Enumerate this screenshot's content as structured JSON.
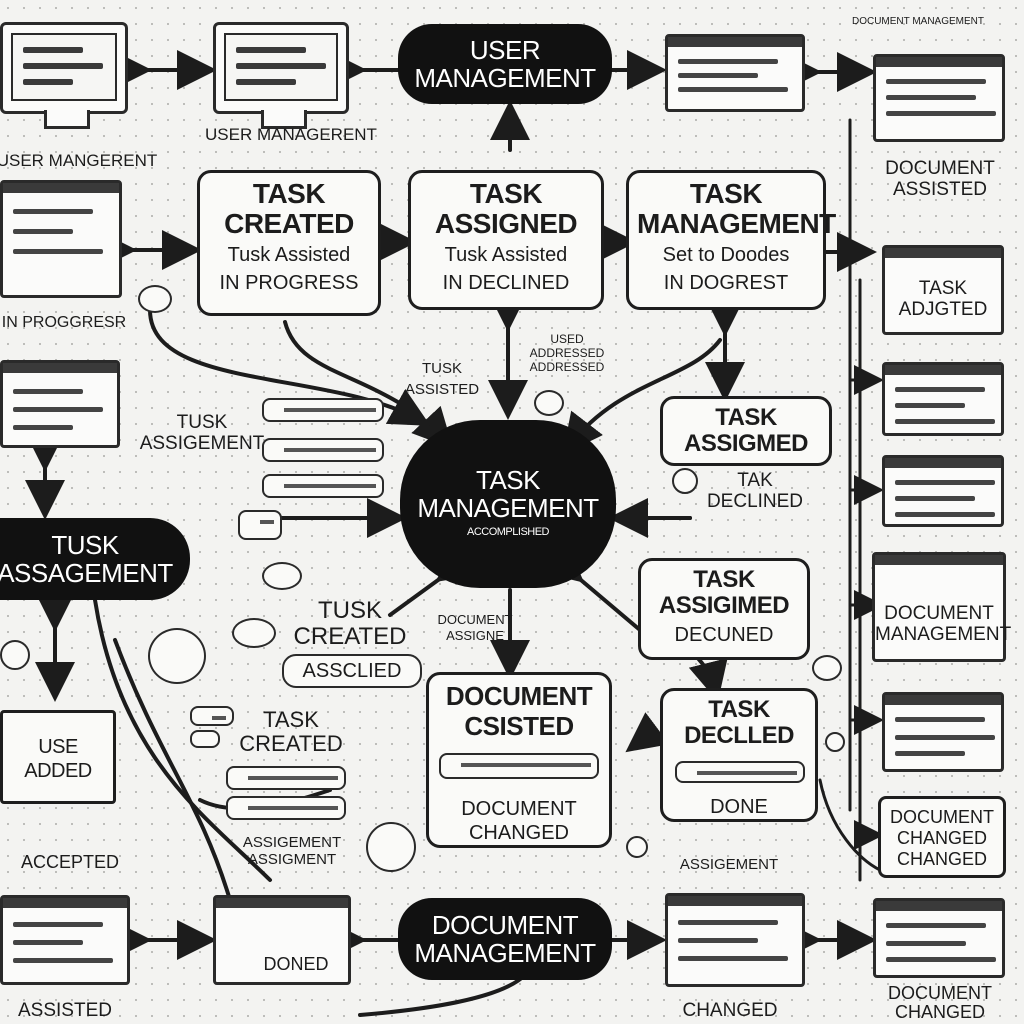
{
  "hubs": {
    "user_management": [
      "USER",
      "MANAGEMENT"
    ],
    "task_management": [
      "TASK",
      "MANAGEMENT"
    ],
    "task_management_sub": "ACCOMPLISHED",
    "tusk_assagement": [
      "TUSK",
      "ASSAGEMENT"
    ],
    "document_management": [
      "DOCUMENT",
      "MANAGEMENT"
    ]
  },
  "boxes": {
    "task_created": {
      "title1": "TASK",
      "title2": "CREATED",
      "sub1": "Tusk Assisted",
      "sub2": "IN PROGRESS"
    },
    "task_assigned": {
      "title1": "TASK",
      "title2": "ASSIGNED",
      "sub1": "Tusk Assisted",
      "sub2": "IN DECLINED"
    },
    "task_mgmt_box": {
      "title1": "TASK",
      "title2": "MANAGEMENT",
      "sub1": "Set to Doodes",
      "sub2": "IN DOGREST"
    },
    "task_assigmed1": {
      "title1": "TASK",
      "title2": "ASSIGMED",
      "sub1": "TAK",
      "sub2": "DECLINED"
    },
    "task_assigmed2": {
      "title1": "TASK",
      "title2": "ASSIGIMED",
      "sub1": "DECUNED"
    },
    "task_declled": {
      "title1": "TASK",
      "title2": "DECLLED",
      "sub1": "DONE"
    },
    "document_csisted": {
      "title1": "DOCUMENT",
      "title2": "CSISTED",
      "sub1": "DOCUMENT",
      "sub2": "CHANGED"
    },
    "user_added": {
      "title1": "USE",
      "title2": "ADDED"
    }
  },
  "labels": {
    "user_mgmt_under_monitor": "USER MANAGERENT",
    "user_mgmt_left": "USER MANGERENT",
    "in_progresser": "IN PROGGRESR",
    "tusk_assigement": [
      "TUSK",
      "ASSIGEMENT"
    ],
    "tusk_assisted": [
      "TUSK",
      "ASSISTED"
    ],
    "used_addressed": [
      "USED",
      "ADDRESSED",
      "ADDRESSED"
    ],
    "tusk_created": [
      "TUSK",
      "CREATED",
      "ASSCLIED"
    ],
    "task_created_lower": [
      "TASK",
      "CREATED"
    ],
    "document_label": [
      "DOCUMENT",
      "ASSIGNE"
    ],
    "assigement_small": [
      "ASSIGEMENT",
      "ASSIGMENT"
    ],
    "accepted": "ACCEPTED",
    "assigement_bottom": "ASSIGEMENT",
    "document_assisted": [
      "DOCUMENT",
      "ASSISTED"
    ],
    "task_adjgted": [
      "TASK",
      "ADJGTED"
    ],
    "document_management_right": [
      "DOCUMENT",
      "MANAGEMENT"
    ],
    "document_changed_right": [
      "DOCUMENT",
      "CHANGED",
      "CHANGED"
    ],
    "document_changed_bottom": [
      "DOCUMENT",
      "CHANGED"
    ],
    "changed_bottom": "CHANGED",
    "assisted_bottom": "ASSISTED",
    "header_small": "DOCUMENT MANAGEMENT",
    "doned": "DONED"
  }
}
